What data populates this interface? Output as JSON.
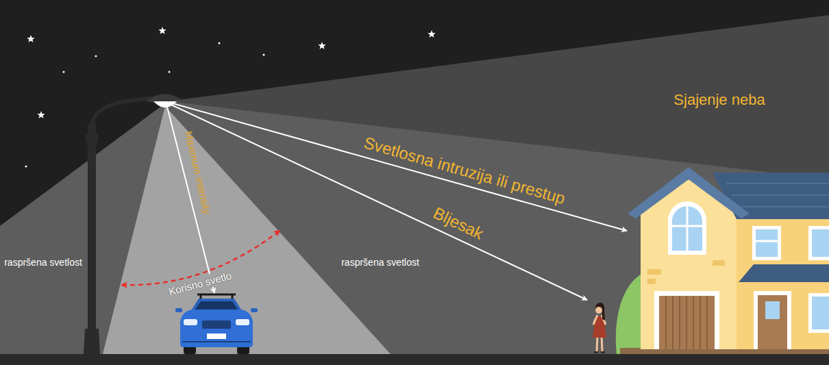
{
  "diagram": {
    "labels": [
      "Sjajenje neba",
      "Maximum intensity",
      "Svetlosna intruzija ili prestup",
      "Bljesak",
      "raspršena svetlost",
      "Korisno svetlo",
      "raspršena svetlost"
    ]
  }
}
